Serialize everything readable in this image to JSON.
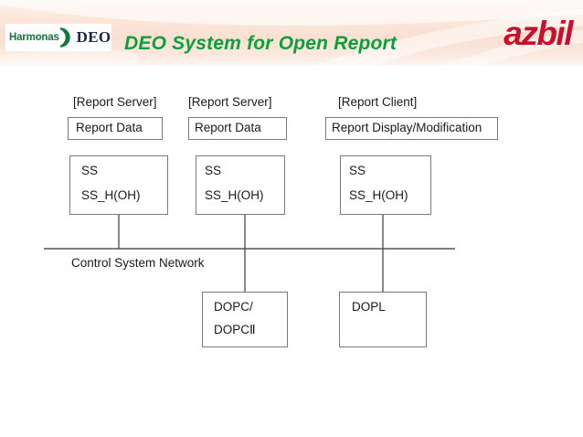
{
  "header": {
    "logo": {
      "harmonas_text": "Harmonas",
      "deo_text": "DEO",
      "arc_icon": "green-swoosh-arc"
    },
    "title": "DEO System for Open Report",
    "brand": "azbil",
    "colors": {
      "title_green": "#0aa03c",
      "brand_red": "#c8102e",
      "harmonas_green": "#0d7a3c",
      "deo_navy": "#16264f",
      "banner_peach": "#fae0d2"
    }
  },
  "diagram": {
    "columns": [
      {
        "id": "report-server-1",
        "caption": "[Report Server]",
        "data_box": "Report Data",
        "node_box": [
          "SS",
          "SS_H(OH)"
        ]
      },
      {
        "id": "report-server-2",
        "caption": "[Report Server]",
        "data_box": "Report Data",
        "node_box": [
          "SS",
          "SS_H(OH)"
        ]
      },
      {
        "id": "report-client",
        "caption": "[Report Client]",
        "data_box": "Report Display/Modification",
        "node_box": [
          "SS",
          "SS_H(OH)"
        ]
      }
    ],
    "network_label": "Control System Network",
    "lower_boxes": [
      {
        "id": "dopc",
        "lines": [
          "DOPC/",
          "DOPCⅡ"
        ]
      },
      {
        "id": "dopl",
        "lines": [
          "DOPL"
        ]
      }
    ]
  }
}
